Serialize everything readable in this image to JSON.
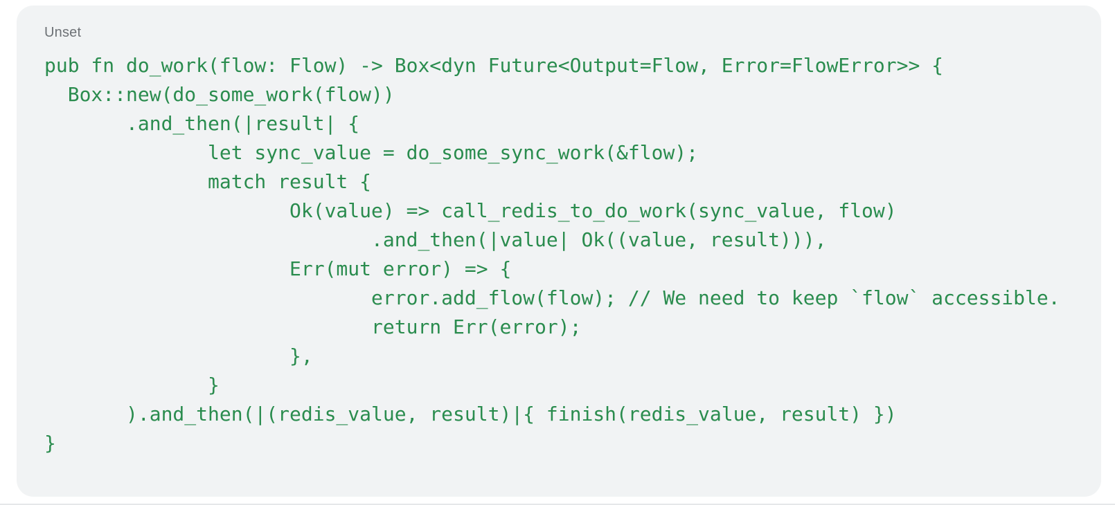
{
  "colors": {
    "page_background": "#ffffff",
    "card_background": "#f1f3f4",
    "label_gray": "#6d7175",
    "code_green": "#2a8c4e",
    "bottom_divider": "#e5e7e9"
  },
  "code_card": {
    "language_label": "Unset",
    "code_lines": [
      "pub fn do_work(flow: Flow) -> Box<dyn Future<Output=Flow, Error=FlowError>> {",
      "  Box::new(do_some_work(flow))",
      "       .and_then(|result| {",
      "              let sync_value = do_some_sync_work(&flow);",
      "              match result {",
      "                     Ok(value) => call_redis_to_do_work(sync_value, flow)",
      "                            .and_then(|value| Ok((value, result))),",
      "                     Err(mut error) => {",
      "                            error.add_flow(flow); // We need to keep `flow` accessible.",
      "                            return Err(error);",
      "                     },",
      "              }",
      "       ).and_then(|(redis_value, result)|{ finish(redis_value, result) })",
      "}"
    ]
  }
}
